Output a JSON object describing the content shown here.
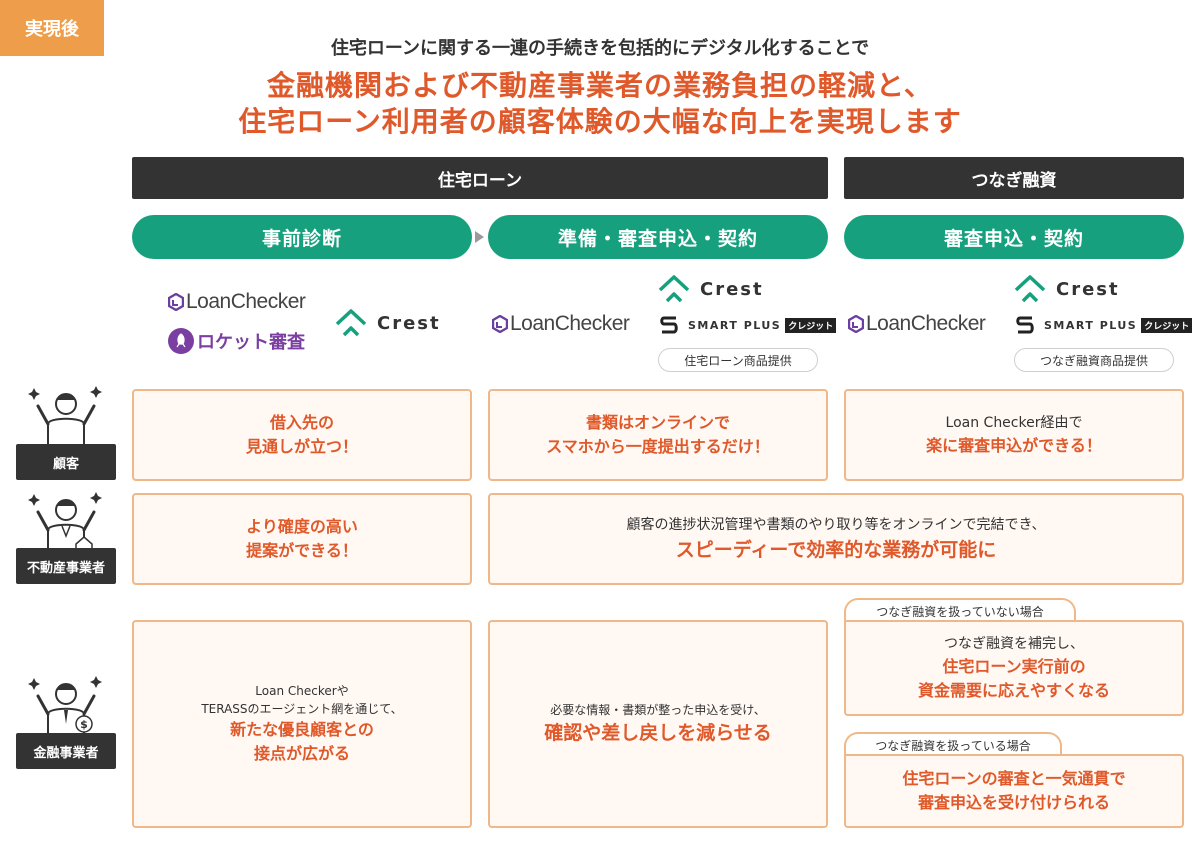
{
  "tag": "実現後",
  "lead": "住宅ローンに関する一連の手続きを包括的にデジタル化することで",
  "headline": [
    "金融機関および不動産事業者の業務負担の軽減と、",
    "住宅ローン利用者の顧客体験の大幅な向上を実現します"
  ],
  "categories": {
    "housing_loan": "住宅ローン",
    "bridge_loan": "つなぎ融資"
  },
  "steps": {
    "pre_diagnosis": "事前診断",
    "prep_apply": "準備・審査申込・契約",
    "apply_contract": "審査申込・契約"
  },
  "logos": {
    "loan_checker": "LoanChecker",
    "rocket": "ロケット審査",
    "crest": "Crest",
    "smart_plus": "SMART PLUS",
    "smart_plus_badge": "クレジット"
  },
  "pills": {
    "housing_product": "住宅ローン商品提供",
    "bridge_product": "つなぎ融資商品提供"
  },
  "roles": {
    "customer": "顧客",
    "realestate": "不動産事業者",
    "financial": "金融事業者"
  },
  "customer": {
    "col1": [
      "借入先の",
      "見通しが立つ！"
    ],
    "col2": [
      "書類はオンラインで",
      "スマホから一度提出するだけ！"
    ],
    "col3_lead": "Loan Checker経由で",
    "col3_hl": "楽に審査申込ができる！"
  },
  "realestate": {
    "col1": [
      "より確度の高い",
      "提案ができる！"
    ],
    "wide_lead": "顧客の進捗状況管理や書類のやり取り等をオンラインで完結でき、",
    "wide_hl": "スピーディーで効率的な業務が可能に"
  },
  "financial": {
    "col1_lead": [
      "Loan Checkerや",
      "TERASSのエージェント網を通じて、"
    ],
    "col1_hl": [
      "新たな優良顧客との",
      "接点が広がる"
    ],
    "col2_lead": "必要な情報・書類が整った申込を受け、",
    "col2_hl": "確認や差し戻しを減らせる",
    "col3a_tab": "つなぎ融資を扱っていない場合",
    "col3a_lead": "つなぎ融資を補完し、",
    "col3a_hl": [
      "住宅ローン実行前の",
      "資金需要に応えやすくなる"
    ],
    "col3b_tab": "つなぎ融資を扱っている場合",
    "col3b_hl": [
      "住宅ローンの審査と一気通貫で",
      "審査申込を受け付けられる"
    ]
  },
  "colors": {
    "accent": "#e0592a",
    "green": "#16a07e",
    "dark": "#333333",
    "tag": "#ee9d4a",
    "box_border": "#f0b889"
  }
}
